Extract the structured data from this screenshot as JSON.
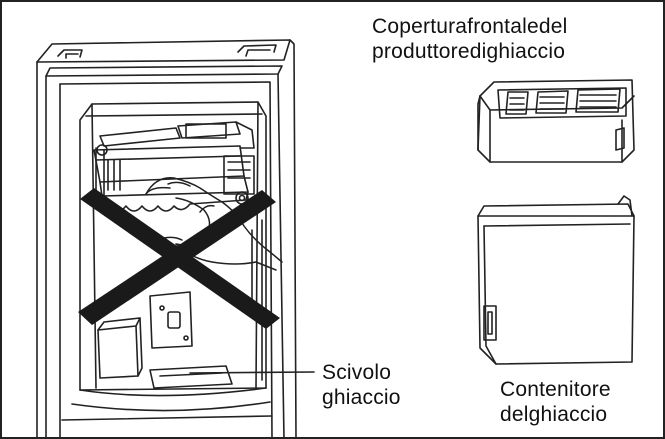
{
  "labels": {
    "cover_line1": "Coperturafrontaledel",
    "cover_line2": "produttoredighiaccio",
    "chute_line1": "Scivolo",
    "chute_line2": "ghiaccio",
    "bin_line1": "Contenitore",
    "bin_line2": "delghiaccio"
  },
  "colors": {
    "line": "#222222",
    "cross": "#1a1a1a",
    "background": "#ffffff"
  }
}
